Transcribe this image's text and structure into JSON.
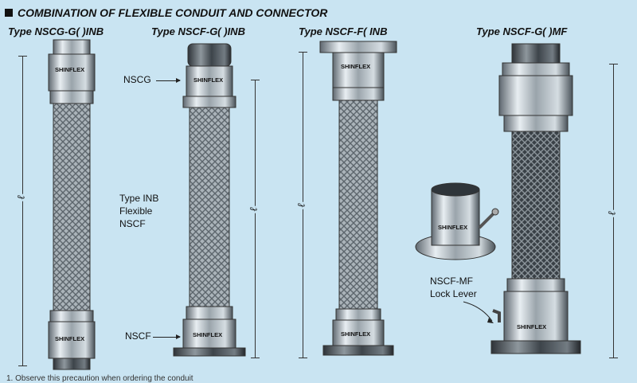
{
  "header": {
    "title": "COMBINATION OF FLEXIBLE CONDUIT AND CONNECTOR"
  },
  "types": [
    {
      "label": "Type NSCG-G(     )INB"
    },
    {
      "label": "Type NSCF-G(     )INB"
    },
    {
      "label": "Type NSCF-F(     INB"
    },
    {
      "label": "Type NSCF-G(     )MF"
    }
  ],
  "dimension_symbol": "ℓ",
  "callouts": {
    "nscg": "NSCG",
    "inb_line1": "Type INB",
    "inb_line2": "Flexible",
    "inb_line3": "NSCF",
    "nscf": "NSCF",
    "mf_line1": "NSCF-MF",
    "mf_line2": "Lock Lever"
  },
  "brand": "SHINFLEX",
  "footnote": "1. Observe this precaution when ordering the conduit"
}
